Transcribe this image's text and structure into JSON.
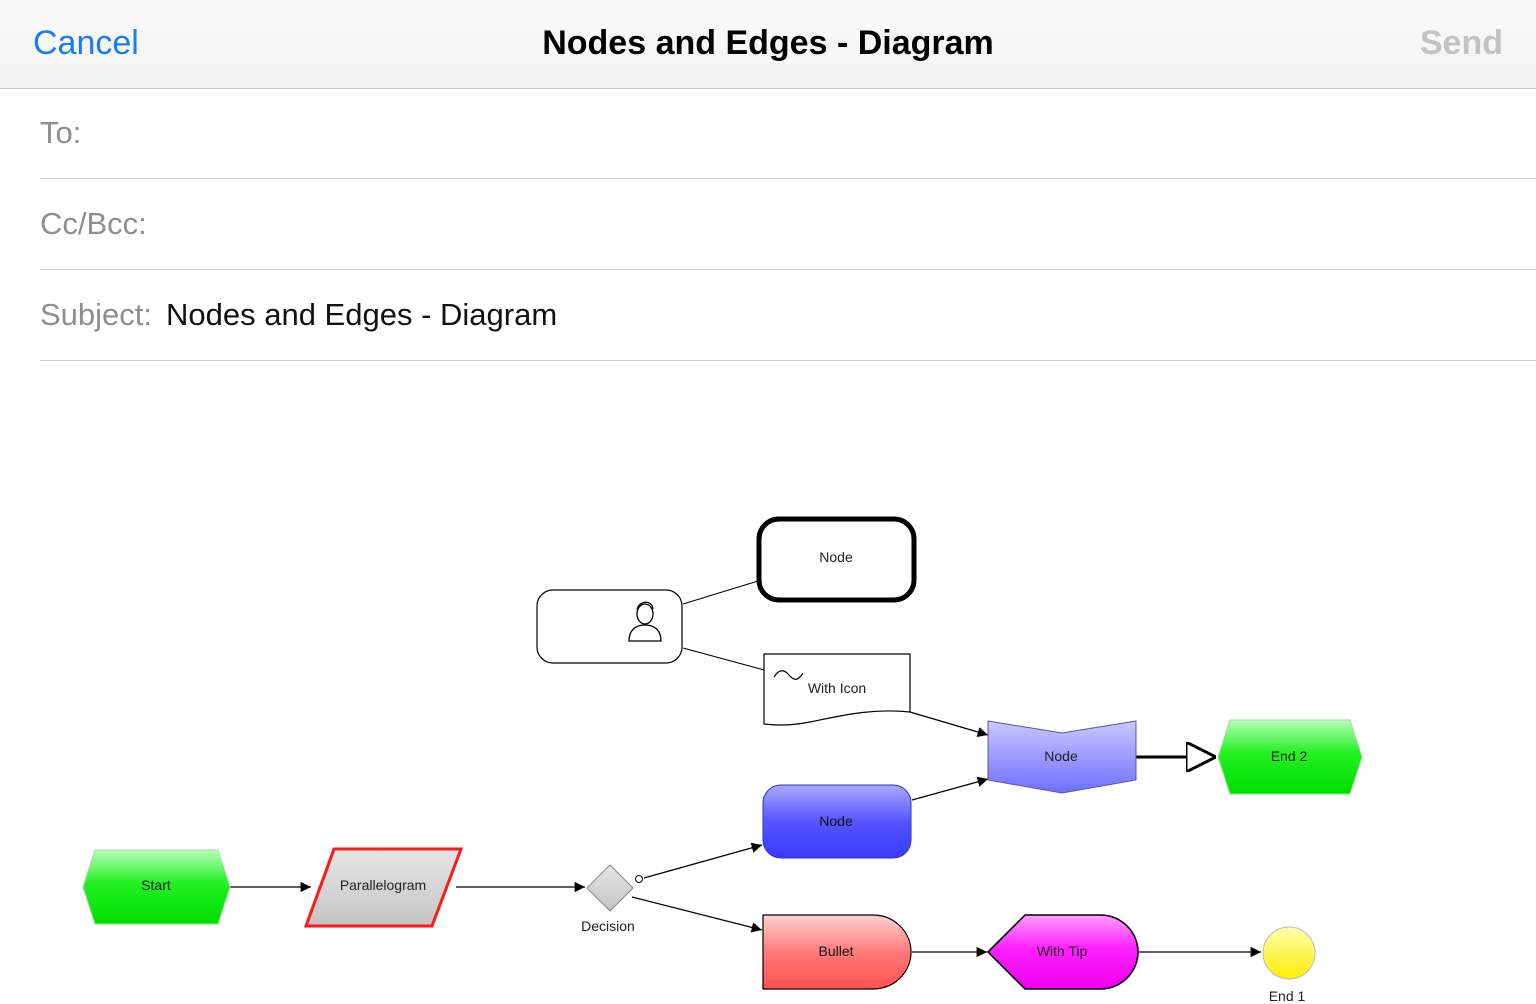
{
  "navbar": {
    "cancel_label": "Cancel",
    "title": "Nodes and Edges - Diagram",
    "send_label": "Send"
  },
  "fields": {
    "to_label": "To:",
    "cc_label": "Cc/Bcc:",
    "subject_label": "Subject:",
    "subject_value": "Nodes and Edges - Diagram"
  },
  "diagram": {
    "nodes": {
      "start": "Start",
      "parallelogram": "Parallelogram",
      "decision": "Decision",
      "node_blue": "Node",
      "bullet": "Bullet",
      "with_tip": "With Tip",
      "end1": "End 1",
      "node_bold": "Node",
      "with_icon": "With Icon",
      "node_chevron": "Node",
      "end2": "End 2"
    },
    "icons": [
      "person-icon",
      "tilde-icon"
    ],
    "colors": {
      "start": "#00ee00",
      "end2": "#00ee00",
      "parallelogram_fill": "#c8c8c8",
      "parallelogram_stroke": "#ff1a1a",
      "node_blue": "#4a4aff",
      "node_chevron": "#8888ff",
      "bullet": "#ff7070",
      "with_tip": "#ff00ff",
      "end1": "#ffff00",
      "accent": "#1a7cf3"
    }
  }
}
